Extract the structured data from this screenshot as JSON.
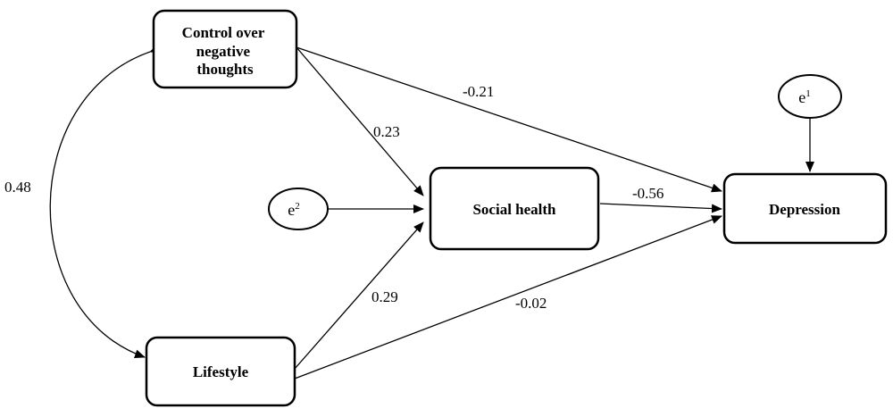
{
  "nodes": {
    "control": {
      "lines": [
        "Control over",
        "negative",
        "thoughts"
      ]
    },
    "lifestyle": {
      "label": "Lifestyle"
    },
    "social_health": {
      "label": "Social health"
    },
    "depression": {
      "label": "Depression"
    },
    "e1": {
      "base": "e",
      "sup": "1"
    },
    "e2": {
      "base": "e",
      "sup": "2"
    }
  },
  "paths": {
    "control_to_depression": "-0.21",
    "control_to_social": "0.23",
    "social_to_depression": "-0.56",
    "lifestyle_to_social": "0.29",
    "lifestyle_to_depression": "-0.02",
    "control_lifestyle_correlation": "0.48"
  }
}
